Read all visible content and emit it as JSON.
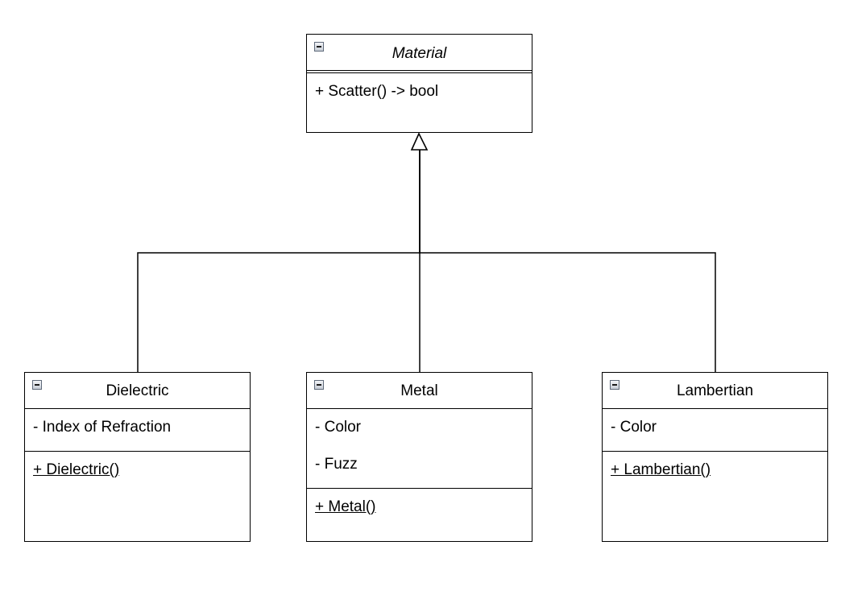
{
  "diagram": {
    "type": "UML class diagram",
    "line_color": "#000000",
    "background": "#ffffff"
  },
  "classes": {
    "material": {
      "name": "Material",
      "abstract": true,
      "operations": [
        "+ Scatter() -> bool"
      ]
    },
    "dielectric": {
      "name": "Dielectric",
      "attributes": [
        "- Index of Refraction"
      ],
      "operations": [
        "+ Dielectric()"
      ]
    },
    "metal": {
      "name": "Metal",
      "attributes": [
        "- Color",
        "- Fuzz"
      ],
      "operations": [
        "+ Metal()"
      ]
    },
    "lambertian": {
      "name": "Lambertian",
      "attributes": [
        "- Color"
      ],
      "operations": [
        "+ Lambertian()"
      ]
    }
  },
  "relationships": [
    {
      "type": "generalization",
      "from": "Dielectric",
      "to": "Material"
    },
    {
      "type": "generalization",
      "from": "Metal",
      "to": "Material"
    },
    {
      "type": "generalization",
      "from": "Lambertian",
      "to": "Material"
    }
  ],
  "icons": {
    "collapse": "collapse-minus-icon"
  }
}
